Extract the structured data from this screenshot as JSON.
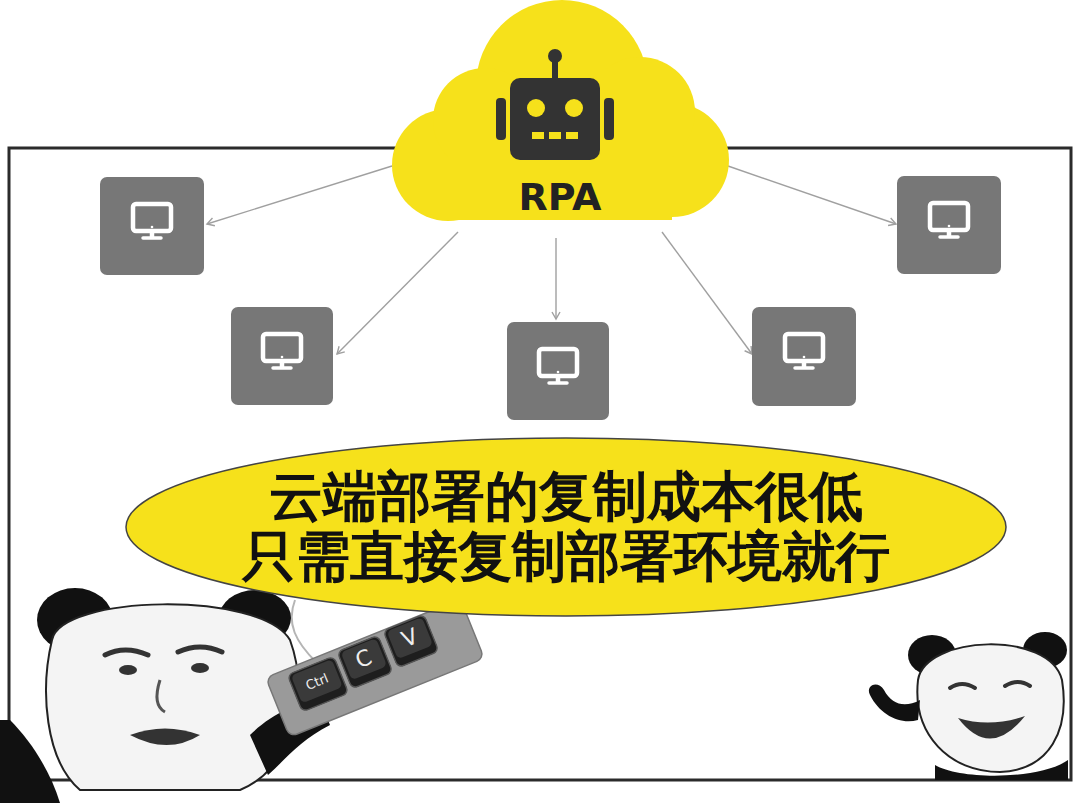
{
  "diagram": {
    "nodes": [
      {
        "text": [
          "RPA"
        ]
      },
      {
        "text": [
          "云端部署的复制成本很低 只需直接复制部署环境就行"
        ]
      },
      {
        "text": [
          "Ctrl"
        ]
      },
      {
        "text": [
          "C"
        ]
      },
      {
        "text": [
          "V"
        ]
      }
    ]
  }
}
